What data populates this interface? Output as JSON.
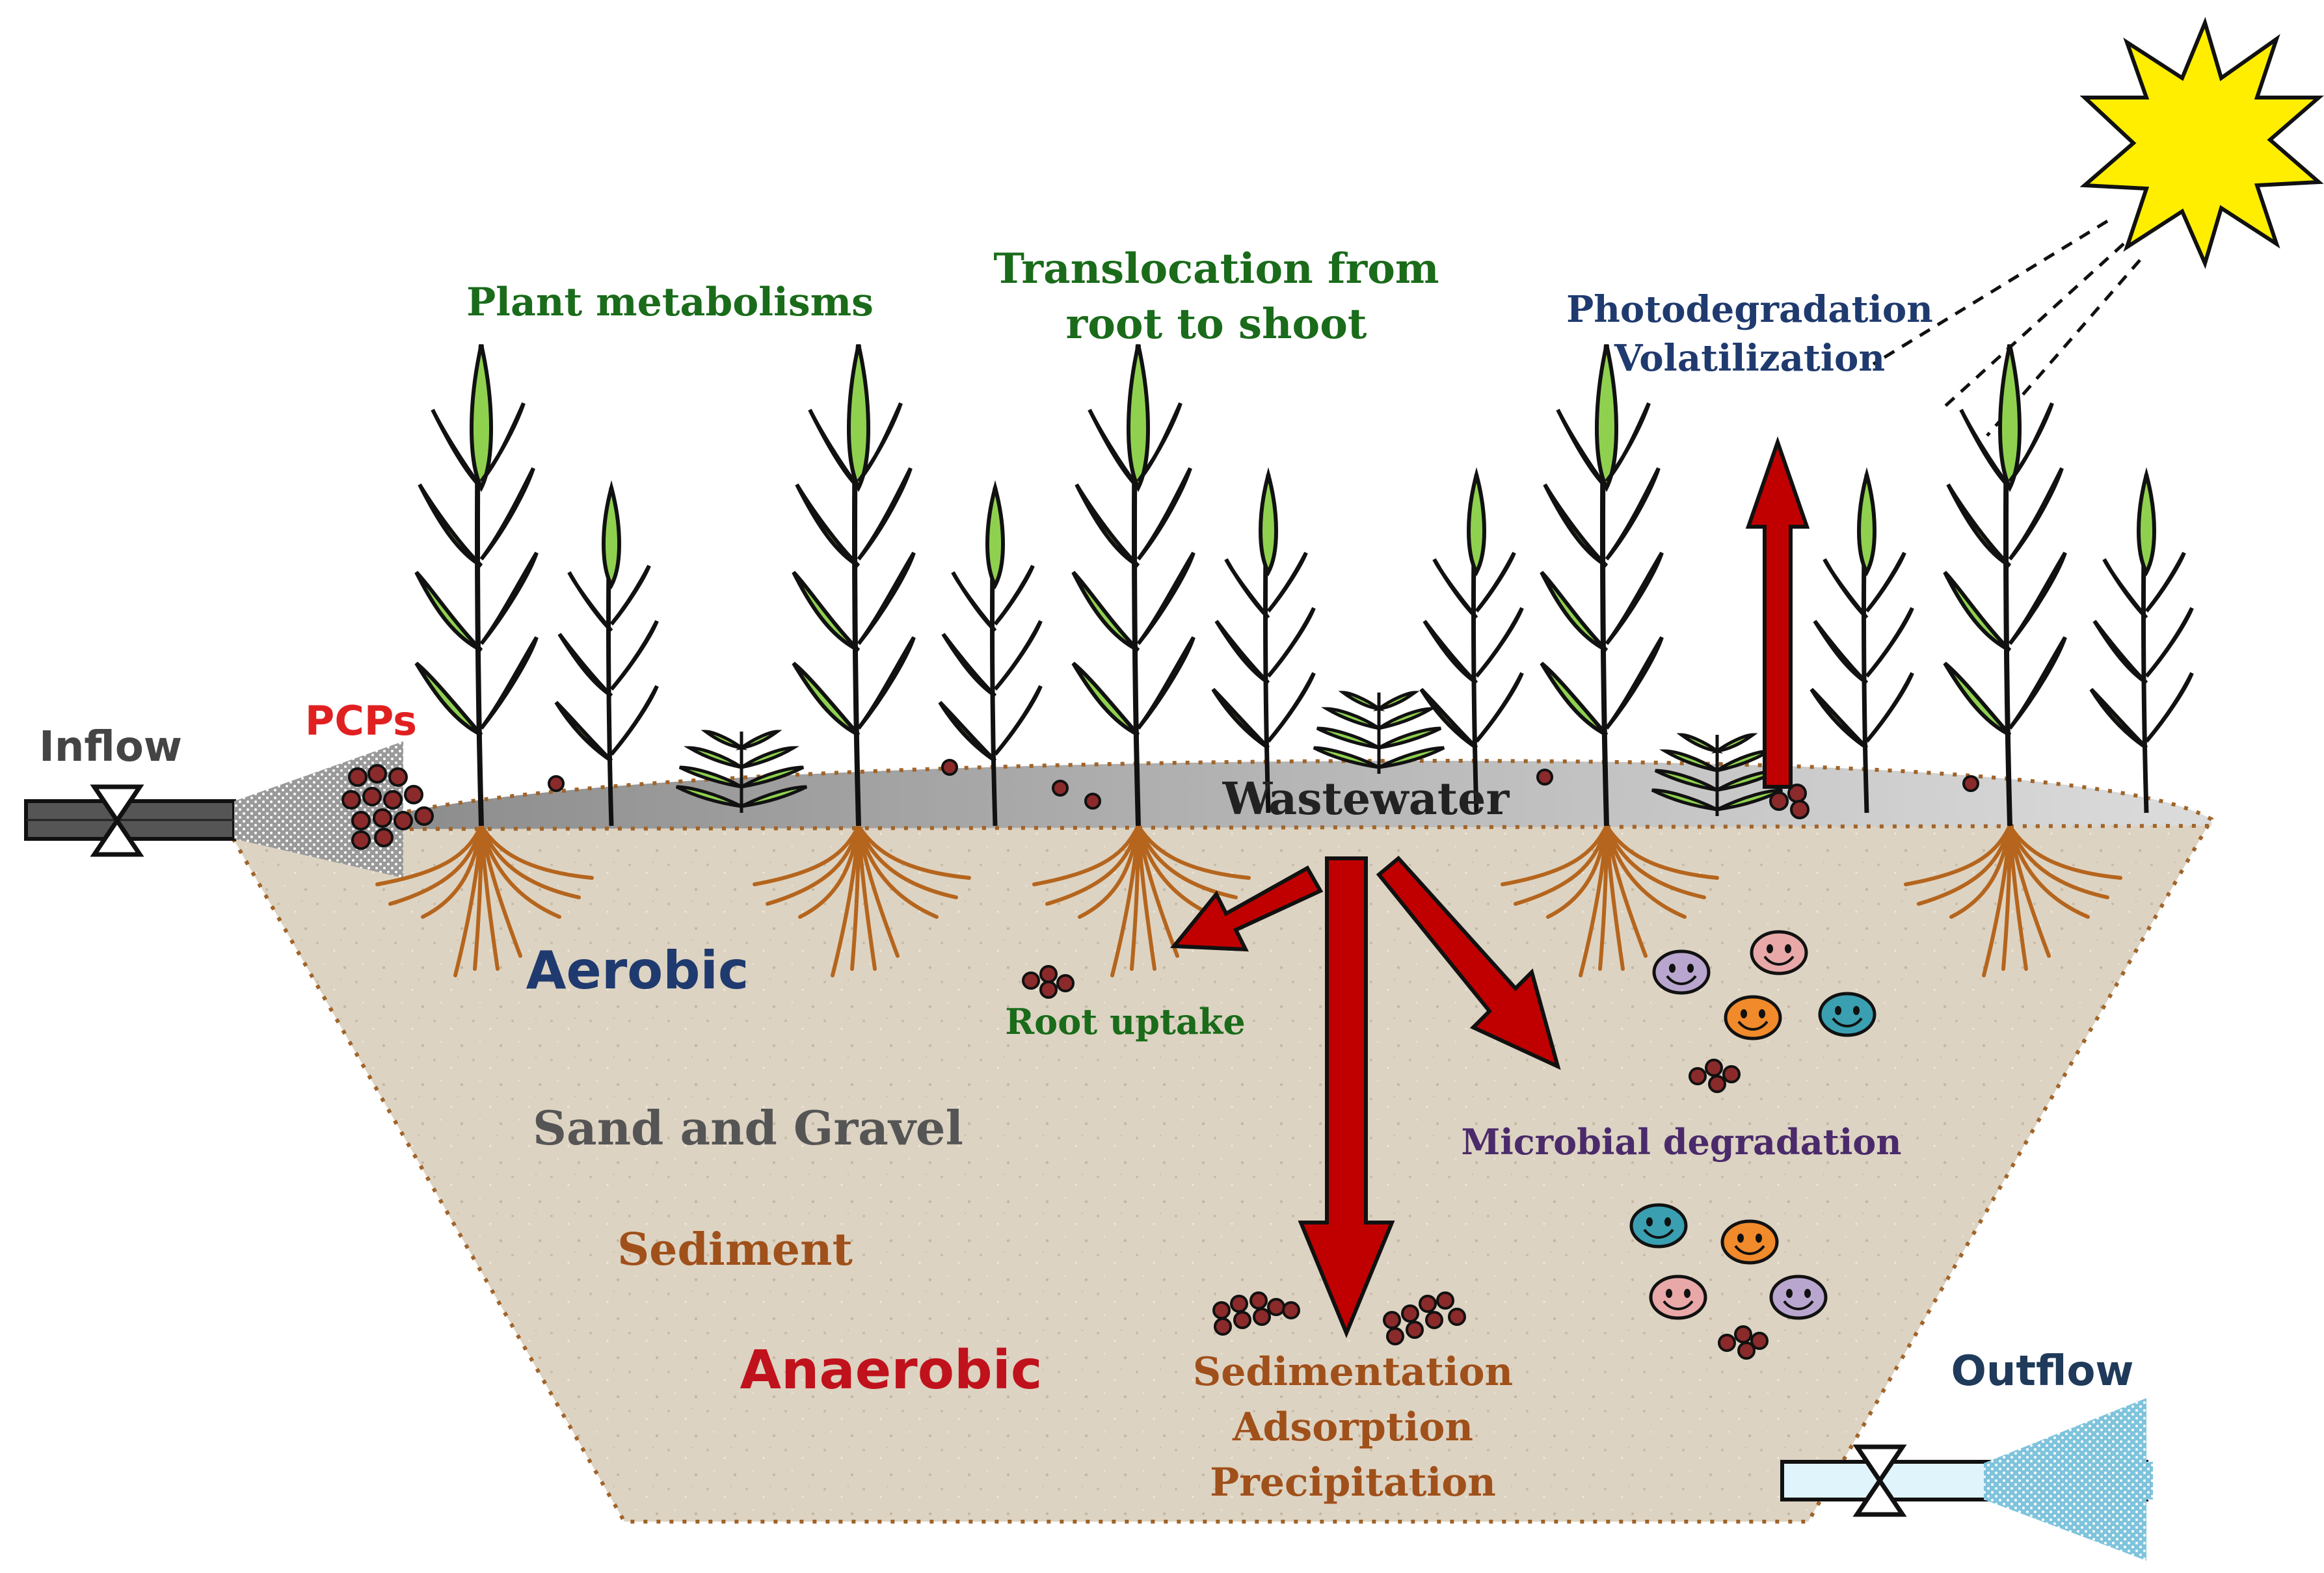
{
  "labels": {
    "plant_metabolisms": "Plant metabolisms",
    "translocation_line1": "Translocation from",
    "translocation_line2": "root to shoot",
    "photodegradation": "Photodegradation",
    "volatilization": "Volatilization",
    "inflow": "Inflow",
    "pcps": "PCPs",
    "wastewater": "Wastewater",
    "aerobic": "Aerobic",
    "root_uptake": "Root uptake",
    "sand_and_gravel": "Sand and Gravel",
    "microbial_degradation": "Microbial degradation",
    "sediment": "Sediment",
    "anaerobic": "Anaerobic",
    "sedimentation": "Sedimentation",
    "adsorption": "Adsorption",
    "precipitation": "Precipitation",
    "outflow": "Outflow"
  },
  "colors": {
    "green_label": "#1a6b1a",
    "navy_label": "#1f3a6e",
    "red_label": "#c0121c",
    "brown_label": "#a0501a",
    "gray_label": "#444444",
    "purple_label": "#4a2a6a",
    "arrow_red": "#c00000",
    "bed_fill": "#ddd2c0",
    "water": "#b5b5b5",
    "sun": "#ffee00",
    "leaf": "#8fd14f",
    "root": "#b5651d"
  }
}
